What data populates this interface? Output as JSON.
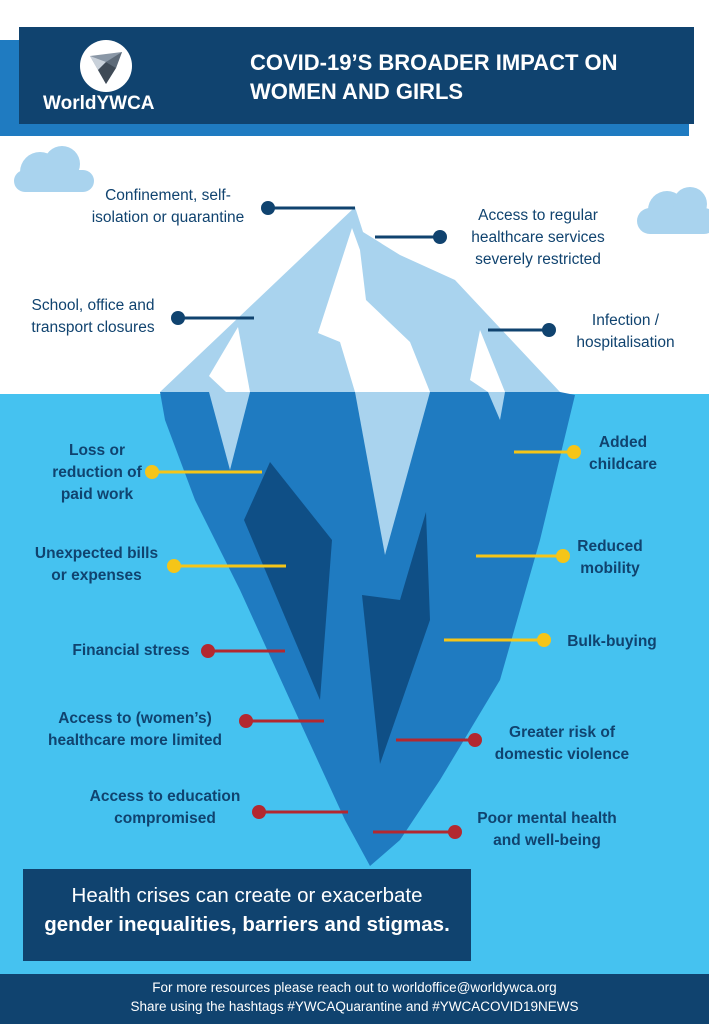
{
  "header": {
    "org_name": "WorldYWCA",
    "title_line1": "COVID-19’S BROADER IMPACT ON",
    "title_line2": "WOMEN AND GIRLS"
  },
  "above_water": [
    {
      "line1": "Confinement, self-",
      "line2": "isolation or quarantine"
    },
    {
      "line1": "Access to regular",
      "line2": "healthcare services",
      "line3": "severely restricted"
    },
    {
      "line1": "School, office and",
      "line2": "transport closures"
    },
    {
      "line1": "Infection /",
      "line2": "hospitalisation"
    }
  ],
  "below_water_economic": [
    {
      "line1": "Loss or",
      "line2": "reduction of",
      "line3": "paid work"
    },
    {
      "line1": "Added",
      "line2": "childcare"
    },
    {
      "line1": "Unexpected bills",
      "line2": "or expenses"
    },
    {
      "line1": "Reduced",
      "line2": "mobility"
    },
    {
      "line1": "Bulk-buying"
    }
  ],
  "below_water_wellbeing": [
    {
      "line1": "Financial stress"
    },
    {
      "line1": "Access to (women’s)",
      "line2": "healthcare more limited"
    },
    {
      "line1": "Greater risk of",
      "line2": "domestic violence"
    },
    {
      "line1": "Access to education",
      "line2": "compromised"
    },
    {
      "line1": "Poor mental health",
      "line2": "and well-being"
    }
  ],
  "callout": {
    "line1": "Health crises can create or exacerbate",
    "line2": "gender inequalities, barriers and stigmas."
  },
  "footer": {
    "line1": "For more resources please reach out to worldoffice@worldywca.org",
    "line2": "Share using the hashtags #YWCAQuarantine and #YWCACOVID19NEWS"
  },
  "colors": {
    "navy": "#10436f",
    "accent_blue": "#1f7bc1",
    "sea": "#45c2f0",
    "ice_light": "#a9d3ee",
    "ice_mid": "#1f7bc1",
    "ice_dark": "#0f4f86",
    "yellow_marker": "#f5c518",
    "red_marker": "#b32830"
  }
}
